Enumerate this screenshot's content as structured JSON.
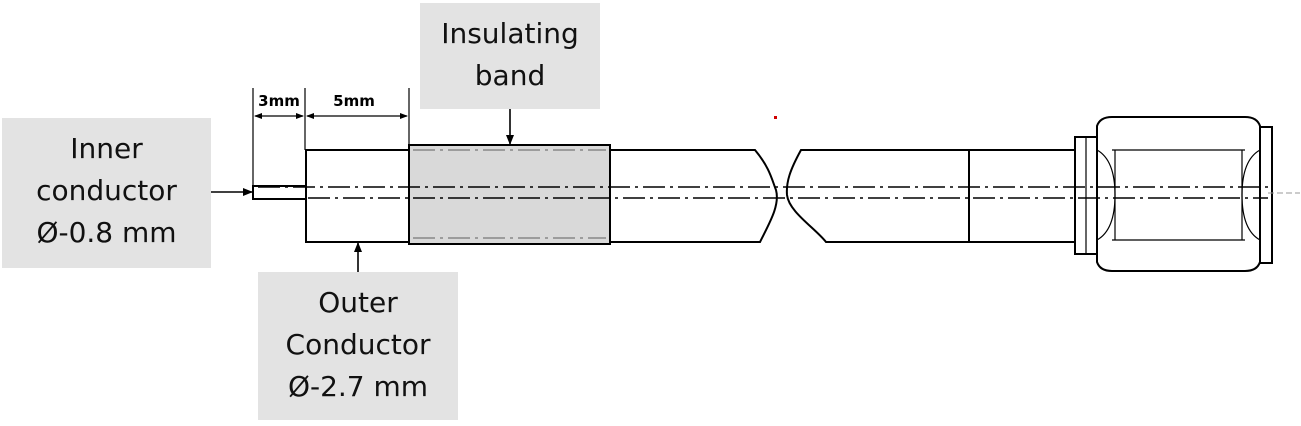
{
  "labels": {
    "inner_conductor": {
      "line1": "Inner",
      "line2": "conductor",
      "line3": "Ø-0.8 mm"
    },
    "outer_conductor": {
      "line1": "Outer",
      "line2": "Conductor",
      "line3": "Ø-2.7 mm"
    },
    "insulating_band": {
      "line1": "Insulating",
      "line2": "band"
    }
  },
  "dimensions": {
    "inner_length": "3mm",
    "outer_length": "5mm"
  },
  "colors": {
    "label_background": "#e3e3e3",
    "band_fill": "#d9d9d9",
    "line": "#000000"
  }
}
